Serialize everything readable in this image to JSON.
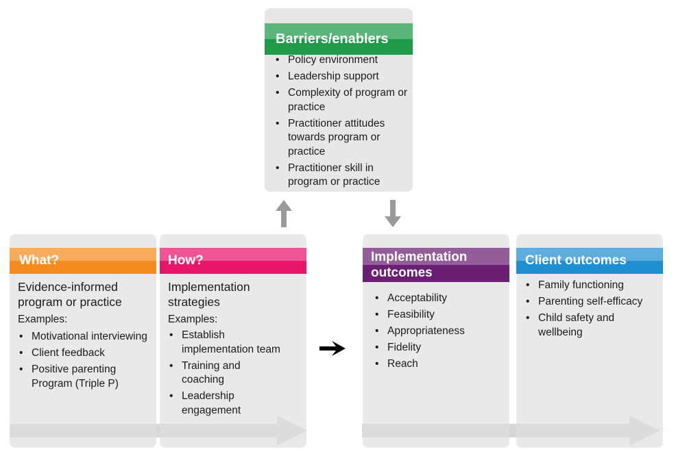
{
  "colors": {
    "barriers": "#1e9a48",
    "what": "#f38b1f",
    "how": "#e8166a",
    "implementation": "#6a1f72",
    "client": "#1f8fd2",
    "card_bg": "#e8e7e6",
    "flow_arrow": "#d9dadc",
    "connector_arrow": "#9a9a9a",
    "main_arrow": "#000000"
  },
  "barriers": {
    "title": "Barriers/enablers",
    "items": [
      "Policy environment",
      "Leadership support",
      "Complexity of program or practice",
      "Practitioner attitudes towards program or practice",
      "Practitioner skill in program or practice"
    ]
  },
  "what": {
    "title": "What?",
    "subtitle": "Evidence-informed program or practice",
    "examples_label": "Examples:",
    "items": [
      "Motivational interviewing",
      "Client feedback",
      "Positive parenting Program (Triple P)"
    ]
  },
  "how": {
    "title": "How?",
    "subtitle": "Implementation strategies",
    "examples_label": "Examples:",
    "items": [
      "Establish implementation team",
      "Training and coaching",
      "Leadership engagement"
    ]
  },
  "implementation_outcomes": {
    "title": "Implementation outcomes",
    "items": [
      "Acceptability",
      "Feasibility",
      "Appropriateness",
      "Fidelity",
      "Reach"
    ]
  },
  "client_outcomes": {
    "title": "Client outcomes",
    "items": [
      "Family functioning",
      "Parenting self-efficacy",
      "Child safety and wellbeing"
    ]
  },
  "connectors": {
    "up_arrow": "arrow-up",
    "down_arrow": "arrow-down",
    "main_arrow": "arrow-right"
  }
}
